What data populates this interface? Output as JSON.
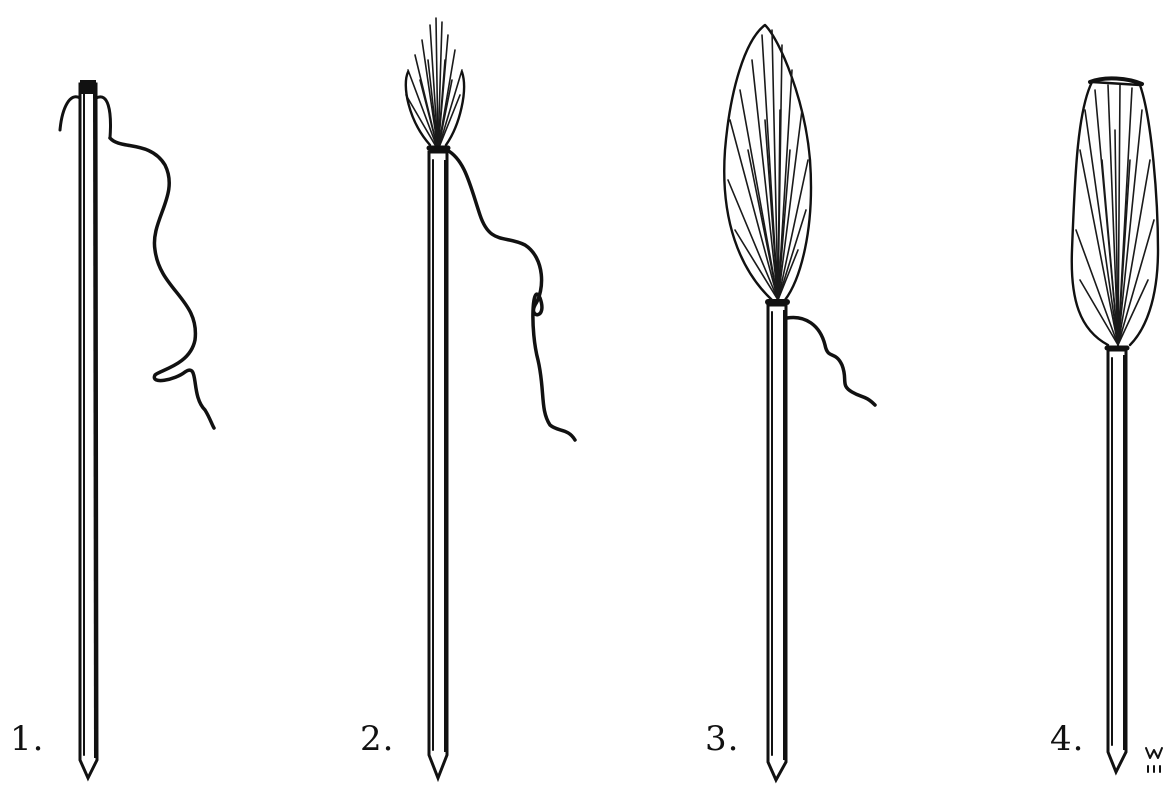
{
  "figure": {
    "steps": [
      {
        "label": "1."
      },
      {
        "label": "2."
      },
      {
        "label": "3."
      },
      {
        "label": "4."
      }
    ],
    "signature": "W",
    "ink_color": "#111111",
    "background_color": "#ffffff"
  }
}
